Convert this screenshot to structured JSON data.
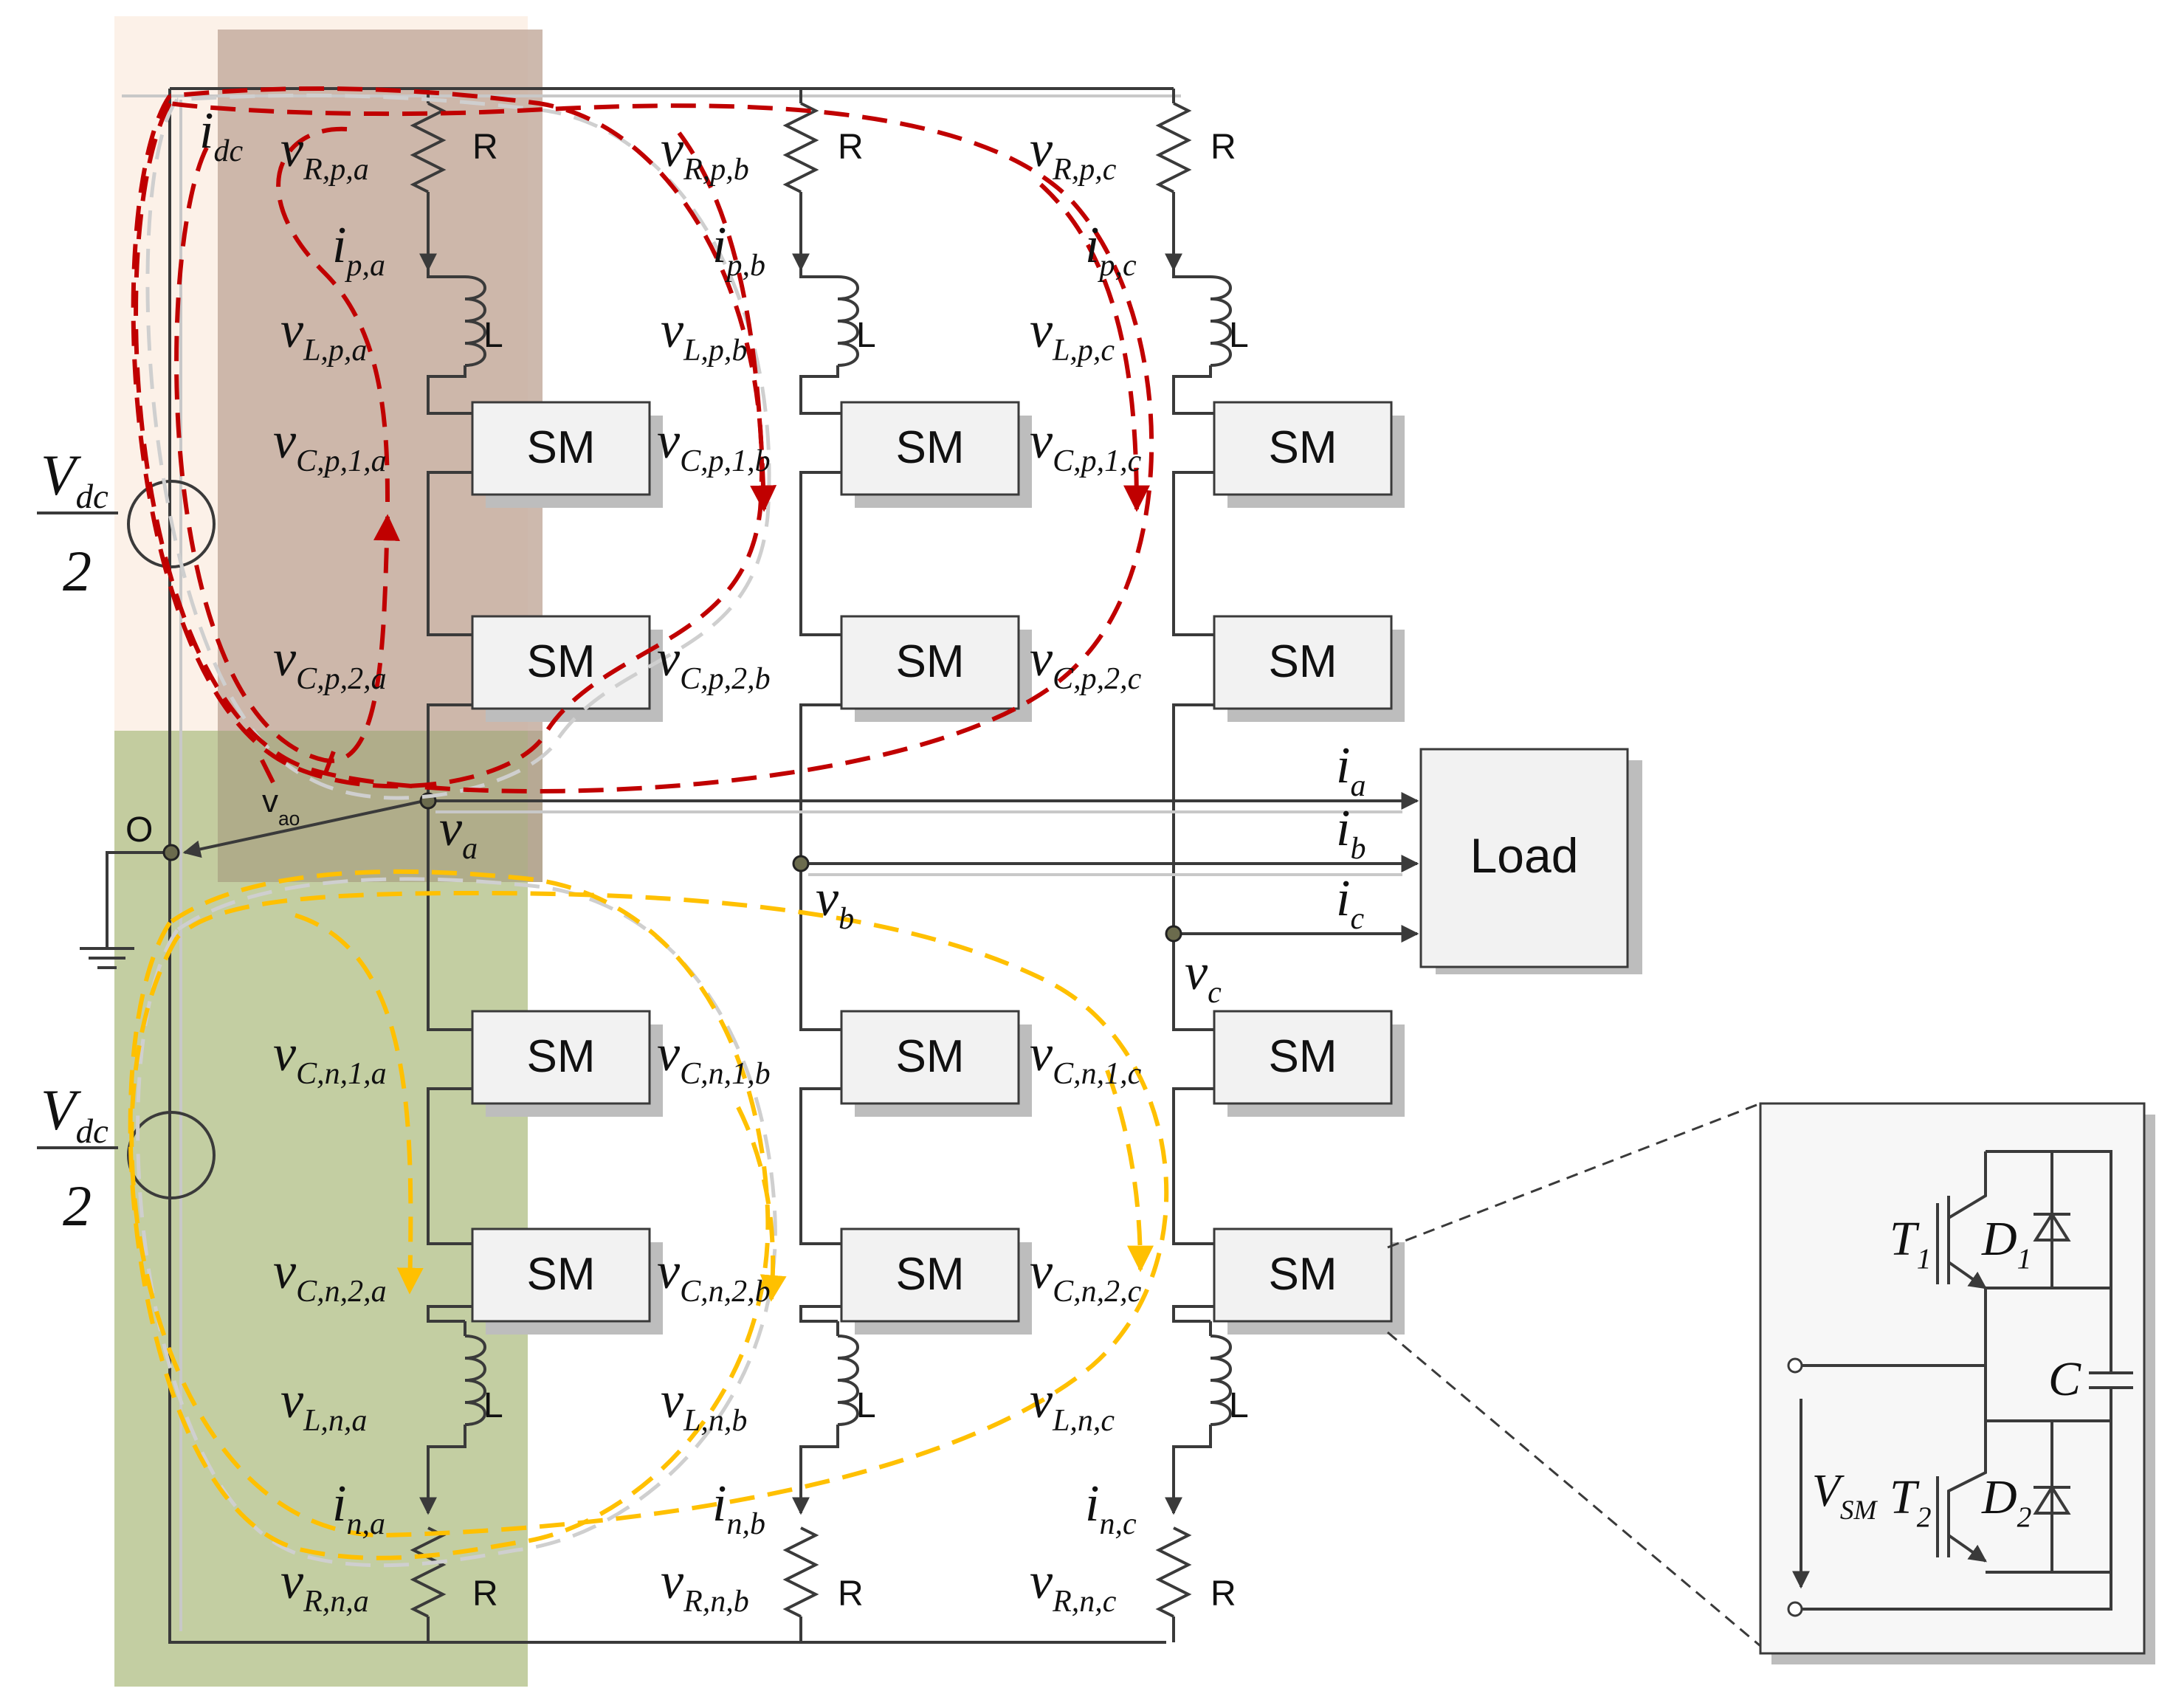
{
  "dc_source": {
    "top_num": "V",
    "top_sub": "dc",
    "bottom_num": "V",
    "bottom_sub": "dc",
    "denominator": "2"
  },
  "currents": {
    "idc": "i",
    "idc_sub": "dc",
    "ipa": "i",
    "ipa_sub": "p,a",
    "ipb": "i",
    "ipb_sub": "p,b",
    "ipc": "i",
    "ipc_sub": "p,c",
    "ina": "i",
    "ina_sub": "n,a",
    "inb": "i",
    "inb_sub": "n,b",
    "inc": "i",
    "inc_sub": "n,c",
    "ia": "i",
    "ia_sub": "a",
    "ib": "i",
    "ib_sub": "b",
    "ic": "i",
    "ic_sub": "c"
  },
  "voltages": {
    "vRpa": "v",
    "vRpa_sub": "R,p,a",
    "vRpb": "v",
    "vRpb_sub": "R,p,b",
    "vRpc": "v",
    "vRpc_sub": "R,p,c",
    "vLpa": "v",
    "vLpa_sub": "L,p,a",
    "vLpb": "v",
    "vLpb_sub": "L,p,b",
    "vLpc": "v",
    "vLpc_sub": "L,p,c",
    "vCp1a": "v",
    "vCp1a_sub": "C,p,1,a",
    "vCp1b": "v",
    "vCp1b_sub": "C,p,1,b",
    "vCp1c": "v",
    "vCp1c_sub": "C,p,1,c",
    "vCp2a": "v",
    "vCp2a_sub": "C,p,2,a",
    "vCp2b": "v",
    "vCp2b_sub": "C,p,2,b",
    "vCp2c": "v",
    "vCp2c_sub": "C,p,2,c",
    "vCn1a": "v",
    "vCn1a_sub": "C,n,1,a",
    "vCn1b": "v",
    "vCn1b_sub": "C,n,1,b",
    "vCn1c": "v",
    "vCn1c_sub": "C,n,1,c",
    "vCn2a": "v",
    "vCn2a_sub": "C,n,2,a",
    "vCn2b": "v",
    "vCn2b_sub": "C,n,2,b",
    "vCn2c": "v",
    "vCn2c_sub": "C,n,2,c",
    "vLna": "v",
    "vLna_sub": "L,n,a",
    "vLnb": "v",
    "vLnb_sub": "L,n,b",
    "vLnc": "v",
    "vLnc_sub": "L,n,c",
    "vRna": "v",
    "vRna_sub": "R,n,a",
    "vRnb": "v",
    "vRnb_sub": "R,n,b",
    "vRnc": "v",
    "vRnc_sub": "R,n,c",
    "va": "v",
    "va_sub": "a",
    "vb": "v",
    "vb_sub": "b",
    "vc": "v",
    "vc_sub": "c",
    "vao": "v",
    "vao_sub": "ao"
  },
  "components": {
    "resistor": "R",
    "inductor": "L",
    "submodule": "SM",
    "load": "Load",
    "neutral": "O"
  },
  "submodule_detail": {
    "t1": "T",
    "t1_sub": "1",
    "t2": "T",
    "t2_sub": "2",
    "d1": "D",
    "d1_sub": "1",
    "d2": "D",
    "d2_sub": "2",
    "cap": "C",
    "vsm": "V",
    "vsm_sub": "SM"
  },
  "colors": {
    "upper_loop": "#c00000",
    "lower_loop": "#ffc000",
    "upper_region": "#c9b3a3",
    "lower_region": "#b3c28a"
  }
}
